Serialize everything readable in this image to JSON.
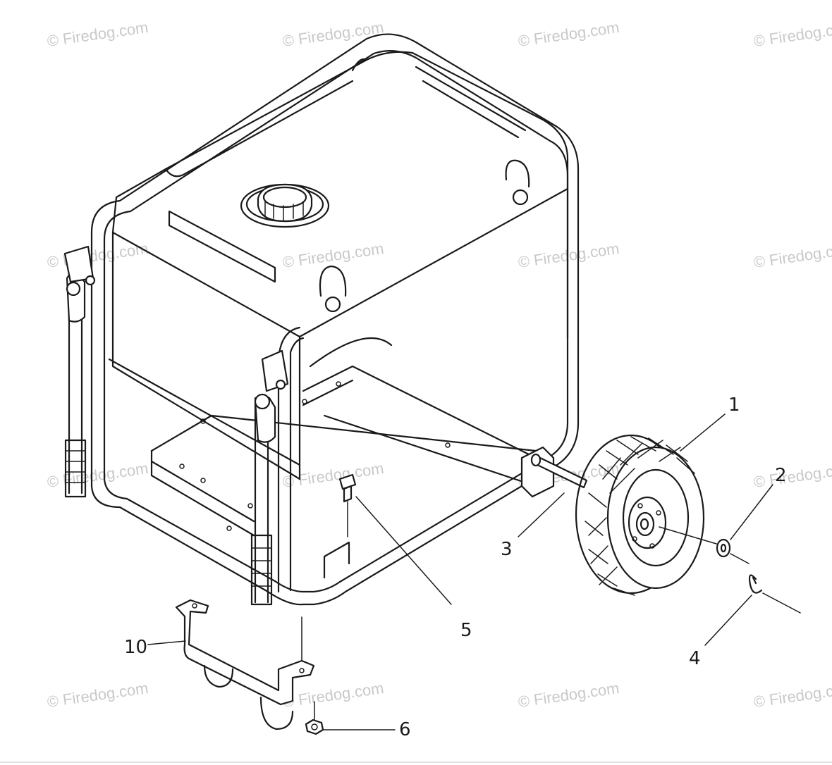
{
  "watermark": {
    "text": "© Firedog.com",
    "color": "#c9c9c9"
  },
  "callouts": {
    "c1": "1",
    "c2": "2",
    "c3": "3",
    "c4": "4",
    "c5": "5",
    "c6": "6",
    "c10": "10"
  },
  "parts": {
    "wheel": "tire-wheel-icon",
    "washer": "washer-icon",
    "axle": "axle-icon",
    "e_ring": "e-ring-clip-icon",
    "bolt": "bolt-icon",
    "support_bracket": "support-bracket-icon",
    "nut": "hex-nut-icon",
    "generator": "generator-frame-icon",
    "fuel_cap": "fuel-cap-icon"
  }
}
